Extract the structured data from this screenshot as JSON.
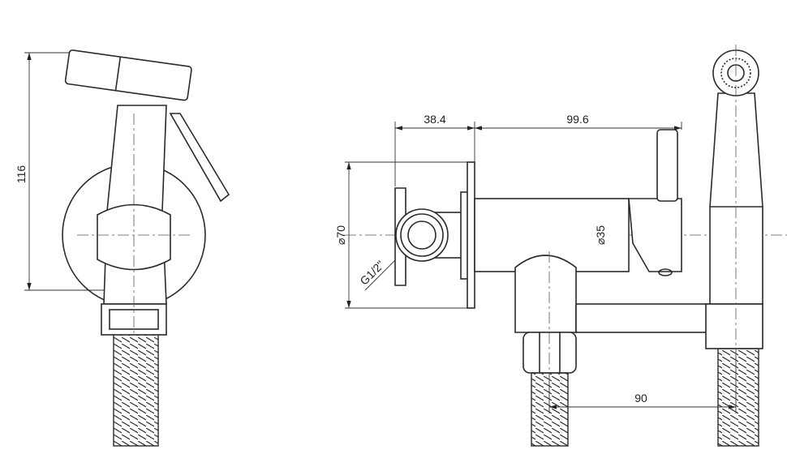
{
  "dimensions": {
    "height_total": "116",
    "wall_depth": "38.4",
    "projection": "99.6",
    "plate_diameter": "⌀70",
    "body_diameter": "⌀35",
    "thread": "G1/2\"",
    "outlet_spacing": "90"
  }
}
